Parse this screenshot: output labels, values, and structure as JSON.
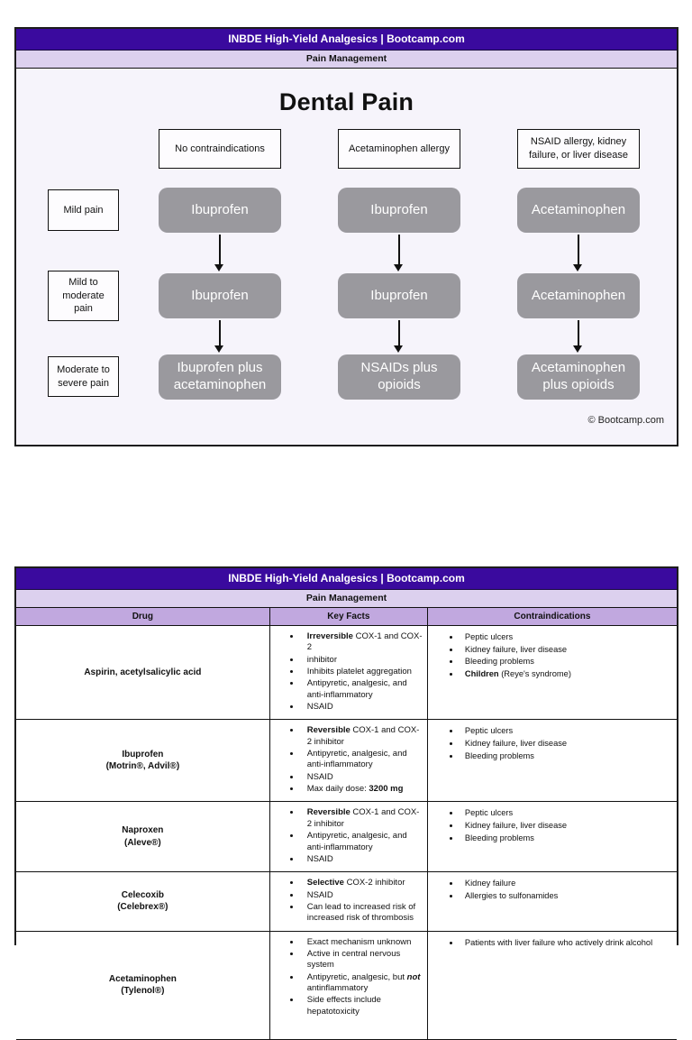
{
  "flowchart": {
    "header": "INBDE High-Yield Analgesics | Bootcamp.com",
    "subheader": "Pain Management",
    "title": "Dental Pain",
    "columns": [
      "No contraindications",
      "Acetaminophen allergy",
      "NSAID allergy, kidney failure, or liver disease"
    ],
    "rows": [
      {
        "label": "Mild pain",
        "cells": [
          "Ibuprofen",
          "Ibuprofen",
          "Acetaminophen"
        ]
      },
      {
        "label": "Mild to moderate pain",
        "cells": [
          "Ibuprofen",
          "Ibuprofen",
          "Acetaminophen"
        ]
      },
      {
        "label": "Moderate to severe pain",
        "cells": [
          "Ibuprofen plus acetaminophen",
          "NSAIDs plus opioids",
          "Acetaminophen plus opioids"
        ]
      }
    ],
    "copyright": "© Bootcamp.com"
  },
  "table": {
    "header": "INBDE High-Yield Analgesics | Bootcamp.com",
    "subheader": "Pain Management",
    "columns": [
      "Drug",
      "Key Facts",
      "Contraindications"
    ],
    "rows": [
      {
        "drug": [
          "Aspirin, acetylsalicylic acid"
        ],
        "key_facts": [
          "**Irreversible** COX-1 and COX-2",
          "inhibitor",
          "Inhibits platelet aggregation",
          "Antipyretic, analgesic, and anti-inflammatory",
          "NSAID"
        ],
        "contraindications": [
          "Peptic ulcers",
          "Kidney failure, liver disease",
          "Bleeding problems",
          "**Children** (Reye's syndrome)"
        ]
      },
      {
        "drug": [
          "Ibuprofen",
          "(Motrin®, Advil®)"
        ],
        "key_facts": [
          "**Reversible** COX-1 and COX-2 inhibitor",
          "Antipyretic, analgesic, and anti-inflammatory",
          "NSAID",
          "Max daily dose: **3200 mg**"
        ],
        "contraindications": [
          "Peptic ulcers",
          "Kidney failure, liver disease",
          "Bleeding problems"
        ]
      },
      {
        "drug": [
          "Naproxen",
          "(Aleve®)"
        ],
        "key_facts": [
          "**Reversible** COX-1 and COX-2 inhibitor",
          "Antipyretic, analgesic, and anti-inflammatory",
          "NSAID"
        ],
        "contraindications": [
          "Peptic ulcers",
          "Kidney failure, liver disease",
          "Bleeding problems"
        ]
      },
      {
        "drug": [
          "Celecoxib",
          "(Celebrex®)"
        ],
        "key_facts": [
          "**Selective** COX-2 inhibitor",
          "NSAID",
          "Can lead to increased risk of increased risk of thrombosis"
        ],
        "contraindications": [
          "Kidney failure",
          "Allergies to sulfonamides"
        ]
      },
      {
        "drug": [
          "Acetaminophen",
          "(Tylenol®)"
        ],
        "key_facts": [
          "Exact mechanism unknown",
          "Active in central nervous system",
          "Antipyretic, analgesic, but *not* antinflammatory",
          "Side effects include hepatotoxicity"
        ],
        "contraindications": [
          "Patients with liver failure who actively drink alcohol"
        ]
      }
    ]
  }
}
